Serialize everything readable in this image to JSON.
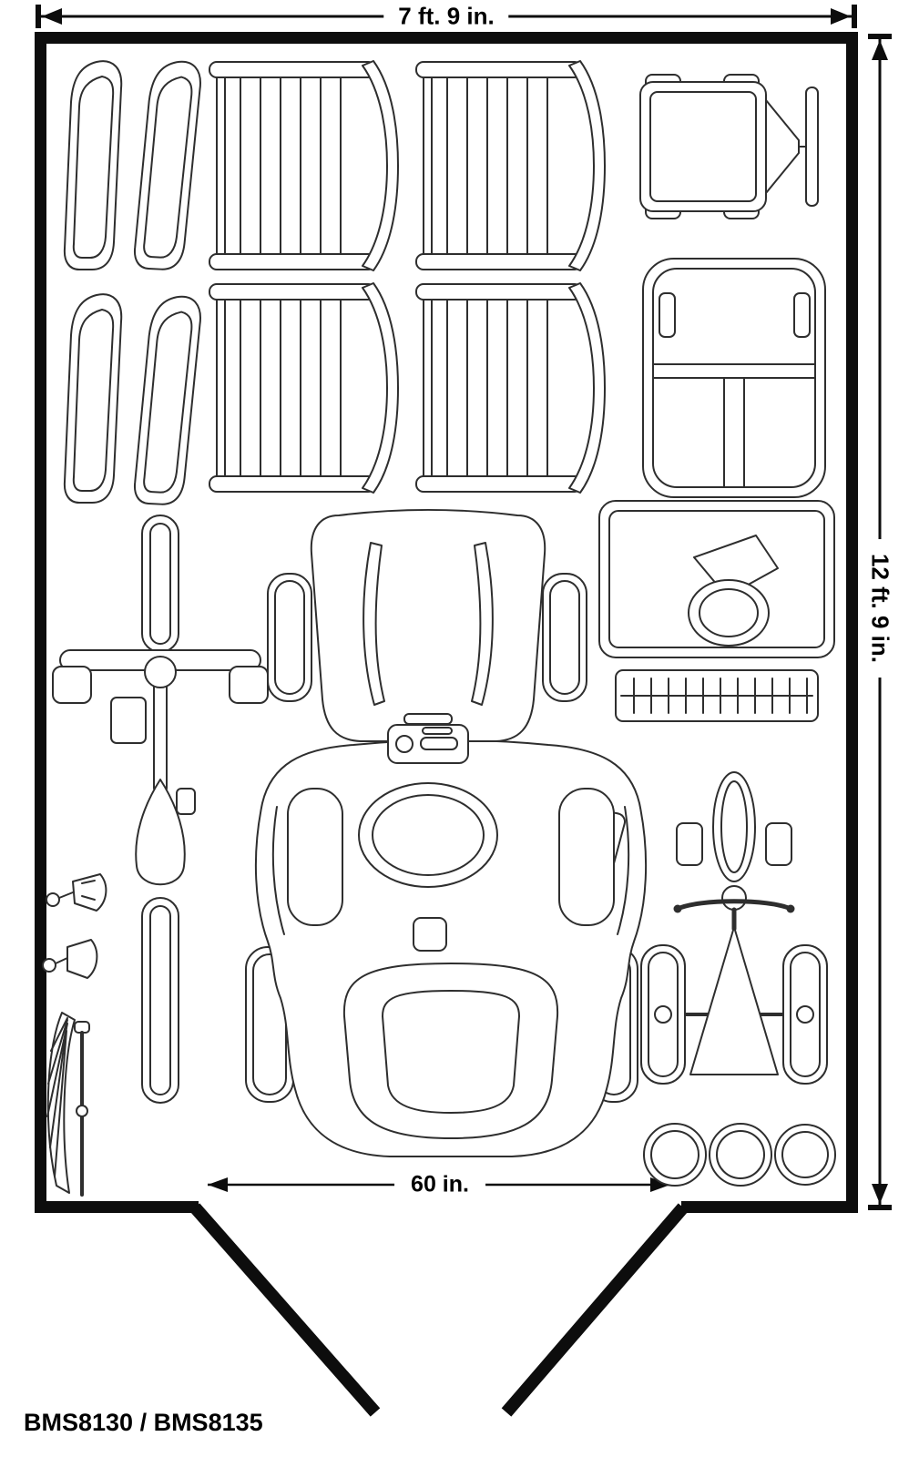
{
  "plan": {
    "model": "BMS8130 / BMS8135",
    "dimensions": {
      "width": "7 ft. 9 in.",
      "height": "12 ft. 9 in.",
      "door": "60 in."
    },
    "colors": {
      "wall": "#0d0d0d",
      "item_line": "#2e2e2e",
      "background": "#ffffff",
      "text": "#000000"
    },
    "items": [
      {
        "icon": "sled-icon",
        "count": 4
      },
      {
        "icon": "folding-chair-icon",
        "count": 4
      },
      {
        "icon": "wagon-icon",
        "count": 1
      },
      {
        "icon": "hand-truck-icon",
        "count": 1
      },
      {
        "icon": "snow-blower-icon",
        "count": 1
      },
      {
        "icon": "bicycle-icon",
        "count": 1
      },
      {
        "icon": "riding-mower-icon",
        "count": 1
      },
      {
        "icon": "tricycle-icon",
        "count": 1
      },
      {
        "icon": "garden-tool-icon",
        "count": 3
      },
      {
        "icon": "planter-pot-icon",
        "count": 3
      }
    ]
  }
}
